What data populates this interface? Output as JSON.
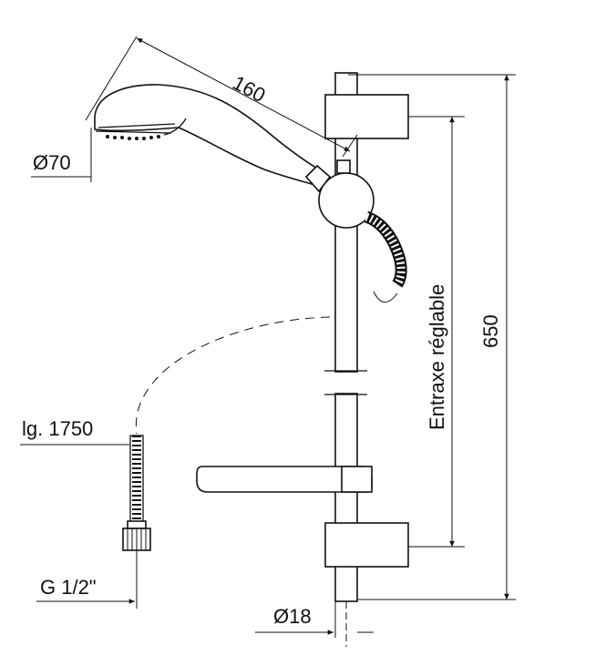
{
  "dimensions": {
    "handset_length": "160",
    "handset_diameter": "Ø70",
    "total_height": "650",
    "adjustable_spacing": "Entraxe réglable",
    "hose_length": "lg. 1750",
    "thread": "G 1/2\"",
    "rail_diameter": "Ø18"
  }
}
